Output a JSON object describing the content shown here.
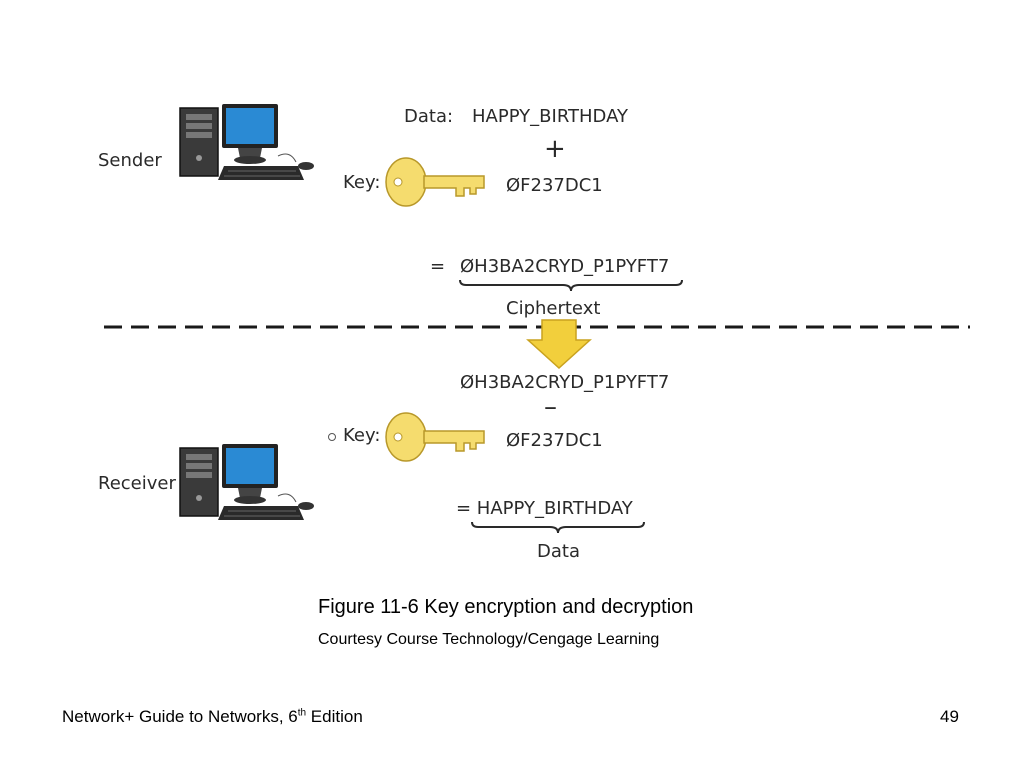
{
  "sender": {
    "role_label": "Sender",
    "data_label": "Data:",
    "data_value": "HAPPY_BIRTHDAY",
    "operator": "+",
    "key_label": "Key:",
    "key_value": "ØF237DC1",
    "equals": "=",
    "ciphertext_value": "ØH3BA2CRYD_P1PYFT7",
    "ciphertext_caption": "Ciphertext"
  },
  "receiver": {
    "role_label": "Receiver",
    "ciphertext_value": "ØH3BA2CRYD_P1PYFT7",
    "operator": "–",
    "key_label": "Key:",
    "key_value": "ØF237DC1",
    "result": "= HAPPY_BIRTHDAY",
    "result_caption": "Data"
  },
  "figure": {
    "caption": "Figure 11-6 Key encryption and decryption",
    "credit": "Courtesy Course Technology/Cengage Learning"
  },
  "footer": {
    "title_prefix": "Network+ Guide to Networks, 6",
    "title_sup": "th",
    "title_suffix": " Edition",
    "page_number": "49"
  },
  "colors": {
    "key_fill": "#f5dc6e",
    "key_stroke": "#b8982a",
    "arrow_fill": "#f2cf3c",
    "divider": "#1a1a1a",
    "monitor_screen": "#2a8ad4"
  }
}
